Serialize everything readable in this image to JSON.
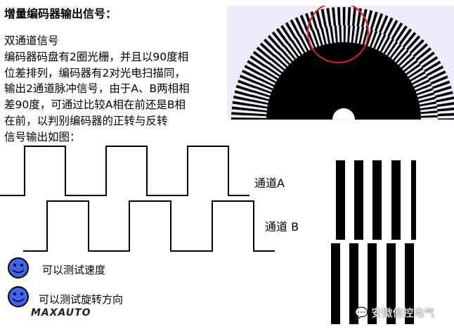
{
  "title": "增量编码器输出信号：",
  "body_lines": [
    "双通道信号",
    "编码器码盘有2圈光栅，并且以90度相",
    "位差排列，编码器有2对光电扫描同，",
    "输出2通道脉冲信号，由于A、B两相相",
    "差90度，可通过比较A相在前还是B相",
    "在前，以判别编码器的正转与反转",
    "信号输出如图："
  ],
  "channels": {
    "a_label": "通道A",
    "b_label": "通道 B"
  },
  "features": [
    {
      "icon": "smiley-icon",
      "text": "可以测试速度"
    },
    {
      "icon": "smiley-icon",
      "text": "可以测试旋转方向"
    }
  ],
  "logo": "MAXAUTO",
  "watermark": "安徽信控电气",
  "colors": {
    "smiley": "#3b66f0",
    "highlight_circle": "#e02020",
    "disk_bg": "#efedfb"
  }
}
